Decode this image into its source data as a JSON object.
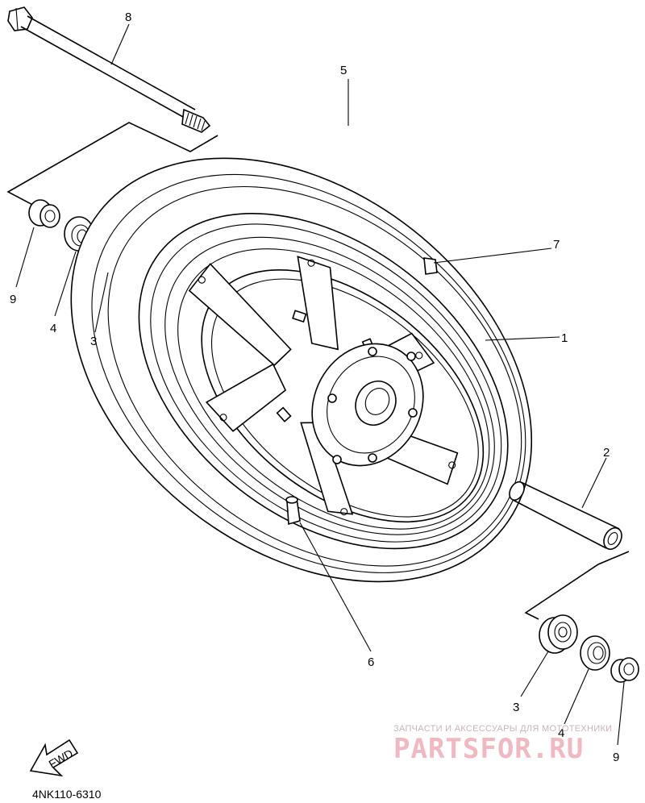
{
  "diagram": {
    "part_code": "4NK110-6310",
    "fwd_label": "FWD",
    "callouts": {
      "c1": "1",
      "c2": "2",
      "c3_left": "3",
      "c3_right": "3",
      "c4_left": "4",
      "c4_right": "4",
      "c5": "5",
      "c6": "6",
      "c7": "7",
      "c8": "8",
      "c9_left": "9",
      "c9_right": "9"
    }
  },
  "watermark": {
    "tagline": "ЗАПЧАСТИ И АКСЕССУАРЫ ДЛЯ МОТОТЕХНИКИ",
    "logo": "PARTSFOR.RU"
  }
}
